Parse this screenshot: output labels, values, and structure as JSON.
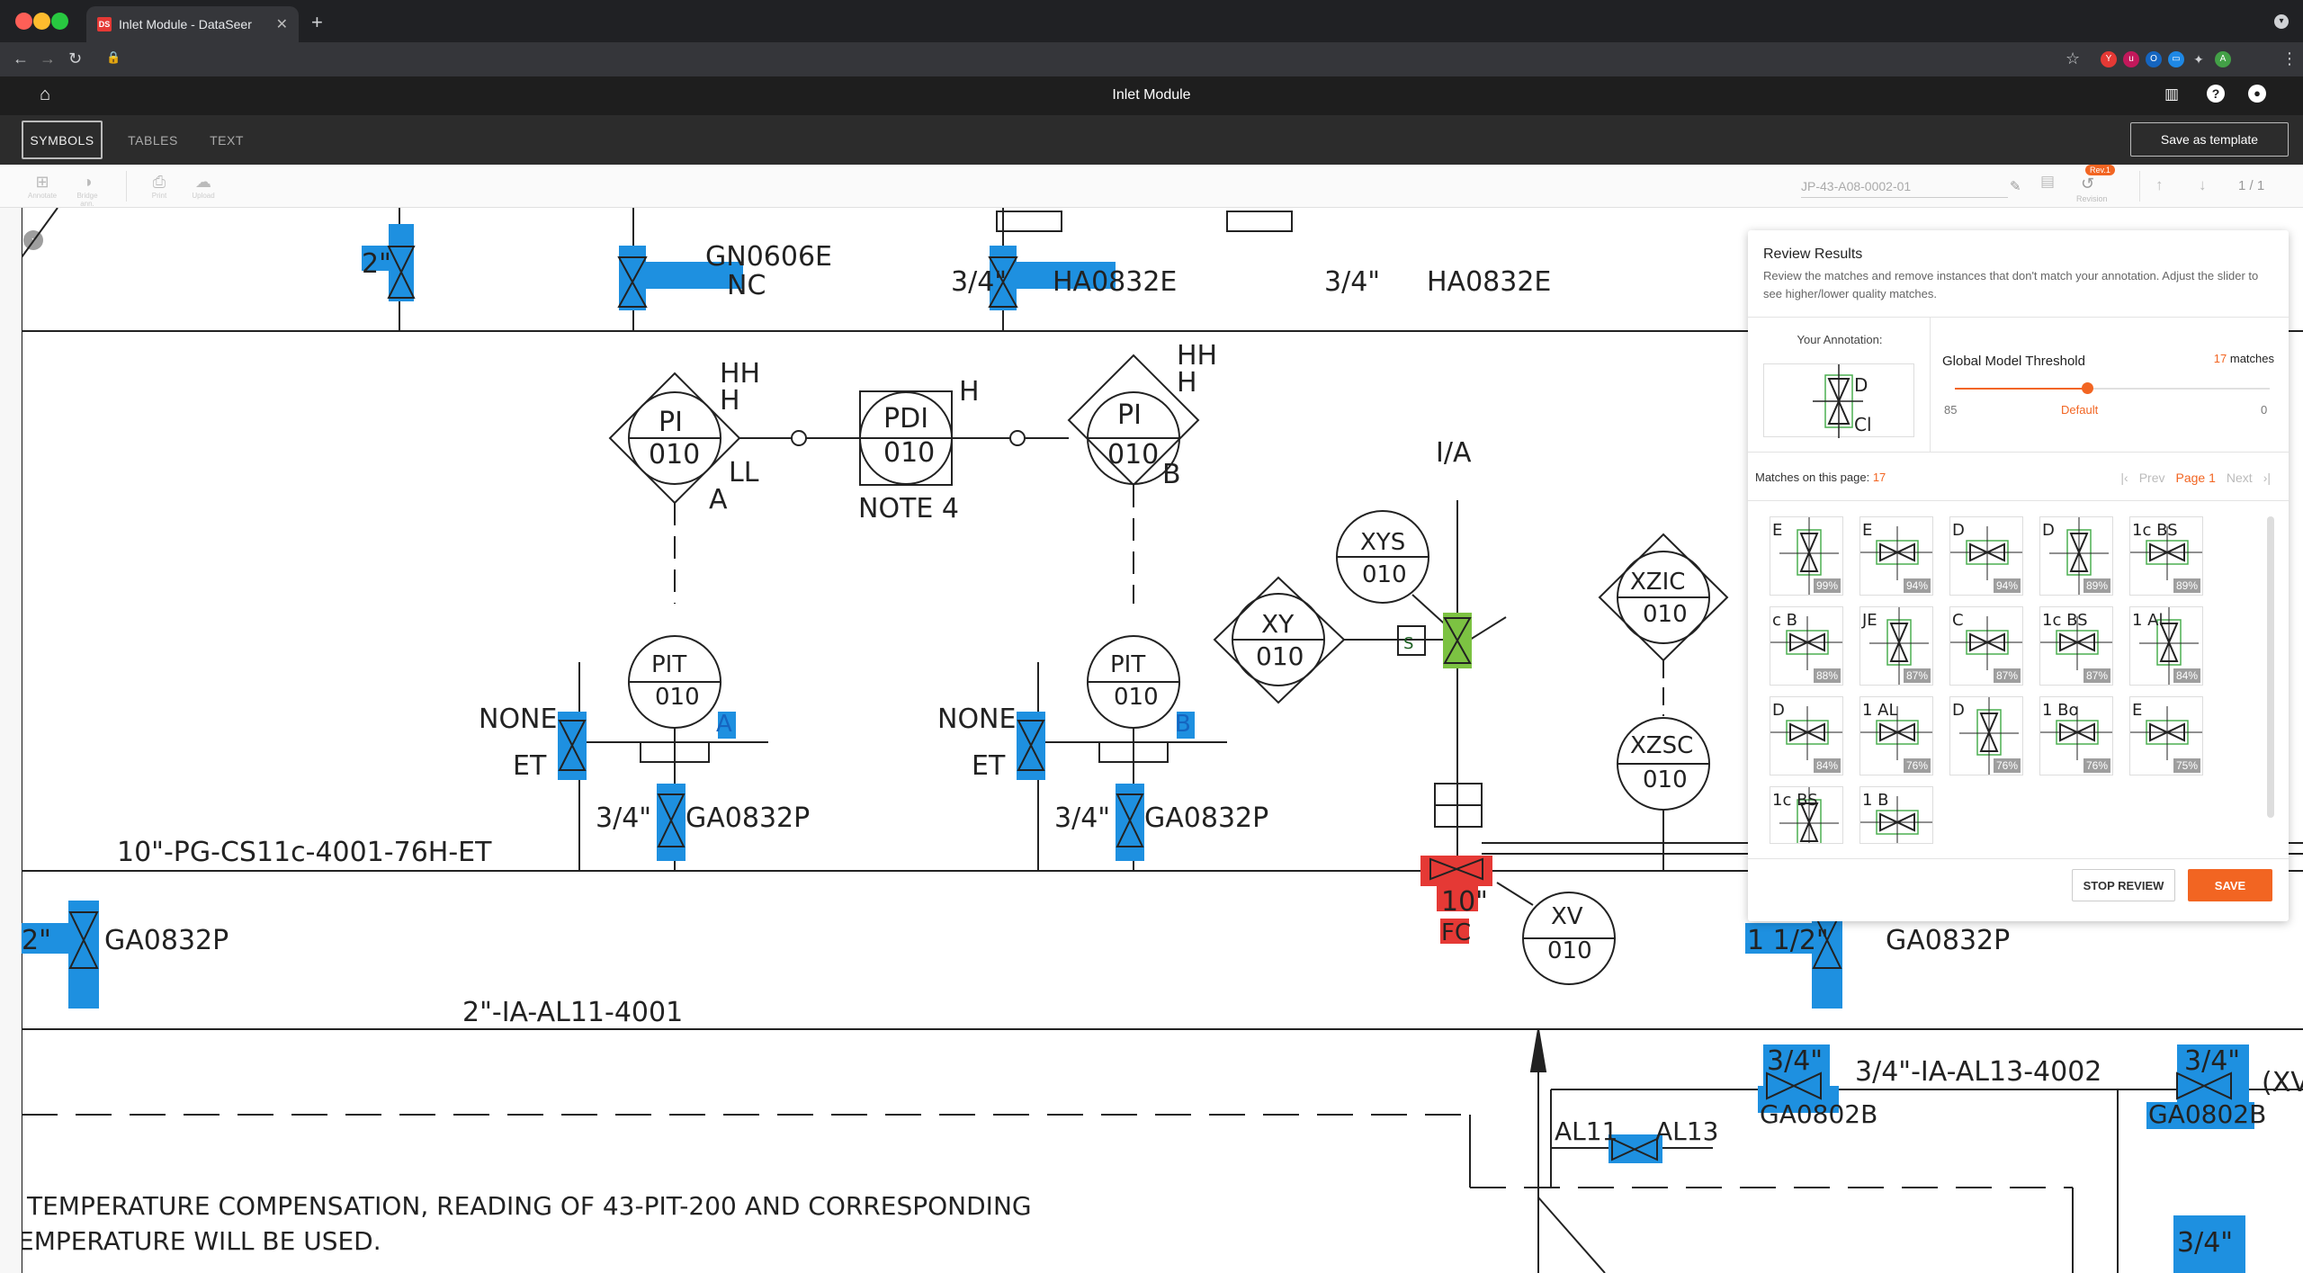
{
  "browser": {
    "tab_title": "Inlet Module - DataSeer",
    "favicon_text": "DS"
  },
  "app": {
    "title": "Inlet Module",
    "tabs": [
      "SYMBOLS",
      "TABLES",
      "TEXT"
    ],
    "save_template_label": "Save as template",
    "tools": [
      "Annotate",
      "Bridge ann.",
      "Print",
      "Upload"
    ],
    "doc_number": "JP-43-A08-0002-01",
    "revision_label": "Revision",
    "revision_badge": "Rev.1",
    "page_indicator": "1 / 1"
  },
  "drawing": {
    "labels": {
      "gn": "GN0606E",
      "nc": "NC",
      "two_in": "2\"",
      "ha1": "HA0832E",
      "ha2": "HA0832E",
      "three_quarter": "3/4\"",
      "pi_a": "PI",
      "pi_b": "PI",
      "pdi": "PDI",
      "n010": "010",
      "hh": "HH",
      "h": "H",
      "ll": "LL",
      "a": "A",
      "b": "B",
      "note4": "NOTE 4",
      "pit": "PIT",
      "none": "NONE",
      "et": "ET",
      "ga0832p": "GA0832P",
      "line1": "10\"-PG-CS11c-4001-76H-ET",
      "line2": "2\"-IA-AL11-4001",
      "line3": "3/4\"-IA-AL13-4002",
      "ia": "I/A",
      "xys": "XYS",
      "xy": "XY",
      "xzic": "XZIC",
      "xzsc": "XZSC",
      "xv": "XV",
      "ten_in": "10\"",
      "fc": "FC",
      "s": "S",
      "one_half": "1 1/2\"",
      "al11": "AL11",
      "al13": "AL13",
      "ga0802b": "GA0802B",
      "xv_partial": "(XV",
      "note_line1": "TEMPERATURE COMPENSATION, READING OF 43-PIT-200 AND CORRESPONDING",
      "note_line2": "EMPERATURE WILL BE USED."
    }
  },
  "review": {
    "title": "Review Results",
    "description": "Review the matches and remove instances that don't match your annotation. Adjust the slider to see higher/lower quality matches.",
    "your_annotation_label": "Your Annotation:",
    "threshold_label": "Global Model Threshold",
    "matches_count": "17",
    "matches_word": "matches",
    "slider_min_label": "85",
    "slider_default_label": "Default",
    "slider_max_label": "0",
    "slider_value": 0.42,
    "matches_on_page_label": "Matches on this page:",
    "matches_on_page": "17",
    "prev_label": "Prev",
    "page_label": "Page 1",
    "next_label": "Next",
    "match_scores": [
      "99%",
      "94%",
      "94%",
      "89%",
      "89%",
      "88%",
      "87%",
      "87%",
      "87%",
      "84%",
      "84%",
      "76%",
      "76%",
      "76%",
      "75%",
      "",
      ""
    ],
    "stop_label": "STOP REVIEW",
    "save_label": "SAVE"
  },
  "colors": {
    "accent": "#f26522",
    "highlight_blue": "#1e90e0",
    "highlight_red": "#e53935",
    "highlight_green": "#7cc242"
  }
}
